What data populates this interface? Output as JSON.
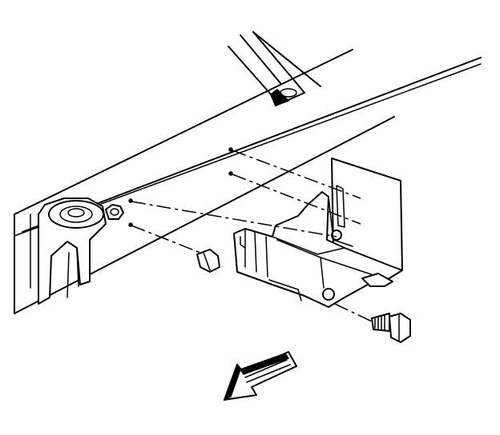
{
  "diagram": {
    "components": [
      {
        "name": "frame-rail"
      },
      {
        "name": "crossmember-stub"
      },
      {
        "name": "front-mount-bracket"
      },
      {
        "name": "bracket-plate"
      },
      {
        "name": "mounting-bolt"
      },
      {
        "name": "nut"
      },
      {
        "name": "stud"
      }
    ],
    "indicator": {
      "type": "direction-arrow",
      "icon": "arrow-forward-icon",
      "direction": "front"
    },
    "colors": {
      "line": "#000000",
      "background": "#ffffff"
    }
  }
}
